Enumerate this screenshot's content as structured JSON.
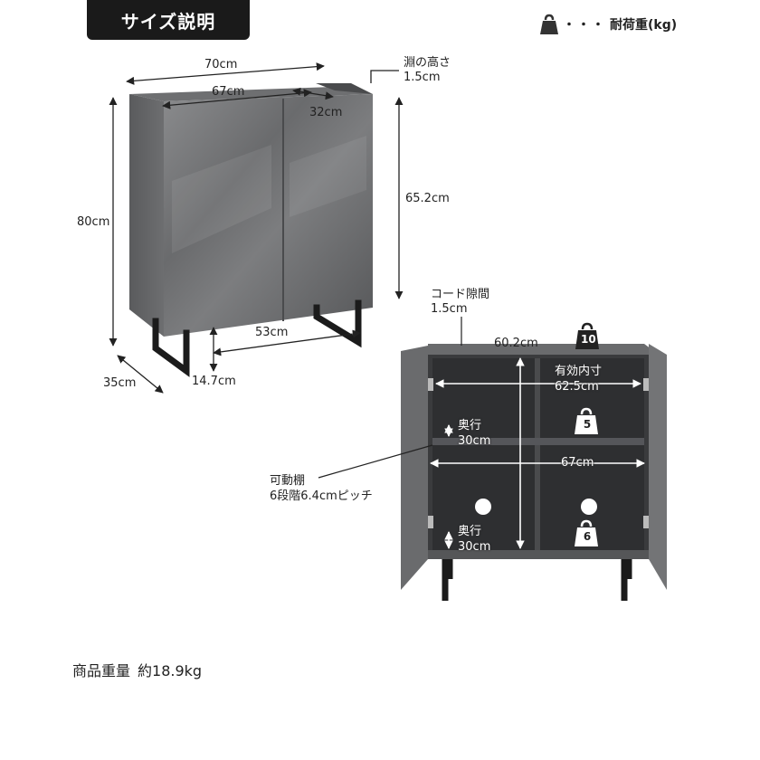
{
  "header": {
    "title": "サイズ説明"
  },
  "legend": {
    "dots": "・・・",
    "label": "耐荷重(kg)",
    "icon": "weight-icon"
  },
  "dimensions": {
    "width_outer": "70cm",
    "width_top_inner": "67cm",
    "half_top": "32cm",
    "edge_height_title": "淵の高さ",
    "edge_height_value": "1.5cm",
    "body_height": "65.2cm",
    "total_height": "80cm",
    "leg_span": "53cm",
    "leg_height": "14.7cm",
    "depth": "35cm"
  },
  "interior": {
    "cord_gap_title": "コード隙間",
    "cord_gap_value": "1.5cm",
    "inner_width_top": "60.2cm",
    "effective_title": "有効内寸",
    "effective_height": "62.5cm",
    "inner_width": "67cm",
    "depth_title_upper": "奥行",
    "depth_value_upper": "30cm",
    "depth_title_lower": "奥行",
    "depth_value_lower": "30cm",
    "shelf_title": "可動棚",
    "shelf_value": "6段階6.4cmピッチ",
    "load_top": "10",
    "load_shelf": "5",
    "load_bottom": "6"
  },
  "footer": {
    "label": "商品重量",
    "value": "約18.9kg"
  },
  "colors": {
    "body": "#5f6062",
    "body_light": "#7d7e80",
    "interior": "#3a3b3d",
    "legs": "#1b1b1b"
  }
}
